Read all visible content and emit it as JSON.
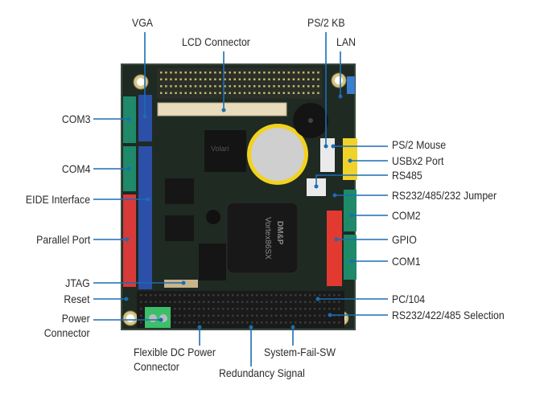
{
  "labels": {
    "vga": "VGA",
    "lcd_connector": "LCD Connector",
    "ps2_kb": "PS/2 KB",
    "lan": "LAN",
    "com3": "COM3",
    "com4": "COM4",
    "eide_interface": "EIDE Interface",
    "parallel_port": "Parallel Port",
    "jtag": "JTAG",
    "reset": "Reset",
    "power_connector_1": "Power",
    "power_connector_2": "Connector",
    "flexible_dc_1": "Flexible DC Power",
    "flexible_dc_2": "Connector",
    "redundancy_signal": "Redundancy Signal",
    "system_fail_sw": "System-Fail-SW",
    "ps2_mouse": "PS/2 Mouse",
    "usbx2_port": "USBx2 Port",
    "rs485": "RS485",
    "rs232_jumper": "RS232/485/232 Jumper",
    "com2": "COM2",
    "gpio": "GPIO",
    "com1": "COM1",
    "pc104": "PC/104",
    "rs_selection": "RS232/422/485 Selection"
  },
  "board": {
    "cpu_brand": "DM&P",
    "cpu_model": "Vortex86SX",
    "chip_brand": "Volari"
  },
  "colors": {
    "leader_line": "#1b6db3",
    "pcb": "#1f2a23"
  }
}
